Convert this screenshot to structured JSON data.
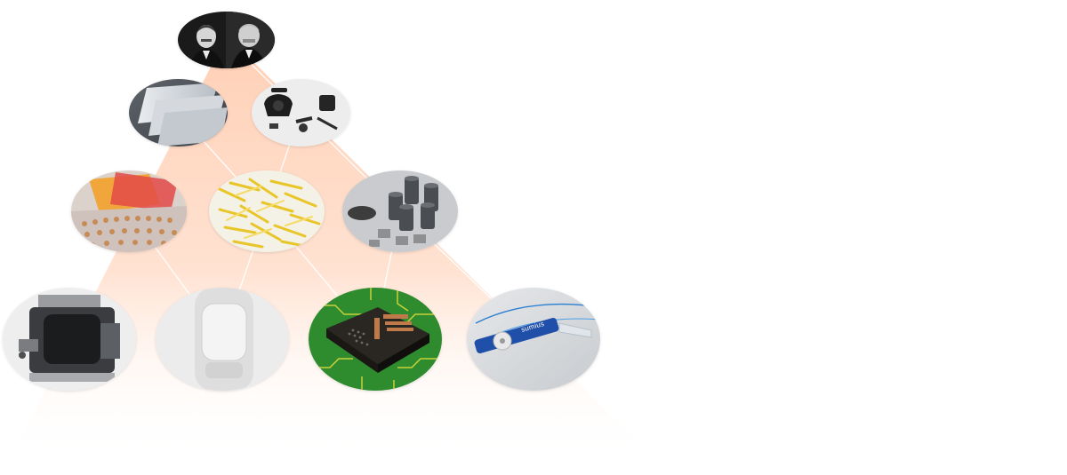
{
  "illustration": {
    "tiers": [
      {
        "tier": 1,
        "nodes": [
          "founders-portrait"
        ]
      },
      {
        "tier": 2,
        "nodes": [
          "metal-sheets",
          "telephone-parts"
        ]
      },
      {
        "tier": 3,
        "nodes": [
          "translucent-sheets-and-trays",
          "yellow-fibers",
          "ceramic-cylinders"
        ]
      },
      {
        "tier": 4,
        "nodes": [
          "electric-motor-unit",
          "white-panel-device",
          "circuit-board-chip",
          "blue-medical-device"
        ]
      }
    ],
    "brand_mark": "sumius",
    "colors": {
      "pyramid_light": "#fff1ea",
      "pyramid_accent": "#ffd3bd",
      "connector_lines": "#ffffff",
      "circuit_green": "#2e8b2e",
      "fiber_yellow": "#e8c62a",
      "device_blue": "#1f4fa8"
    }
  }
}
